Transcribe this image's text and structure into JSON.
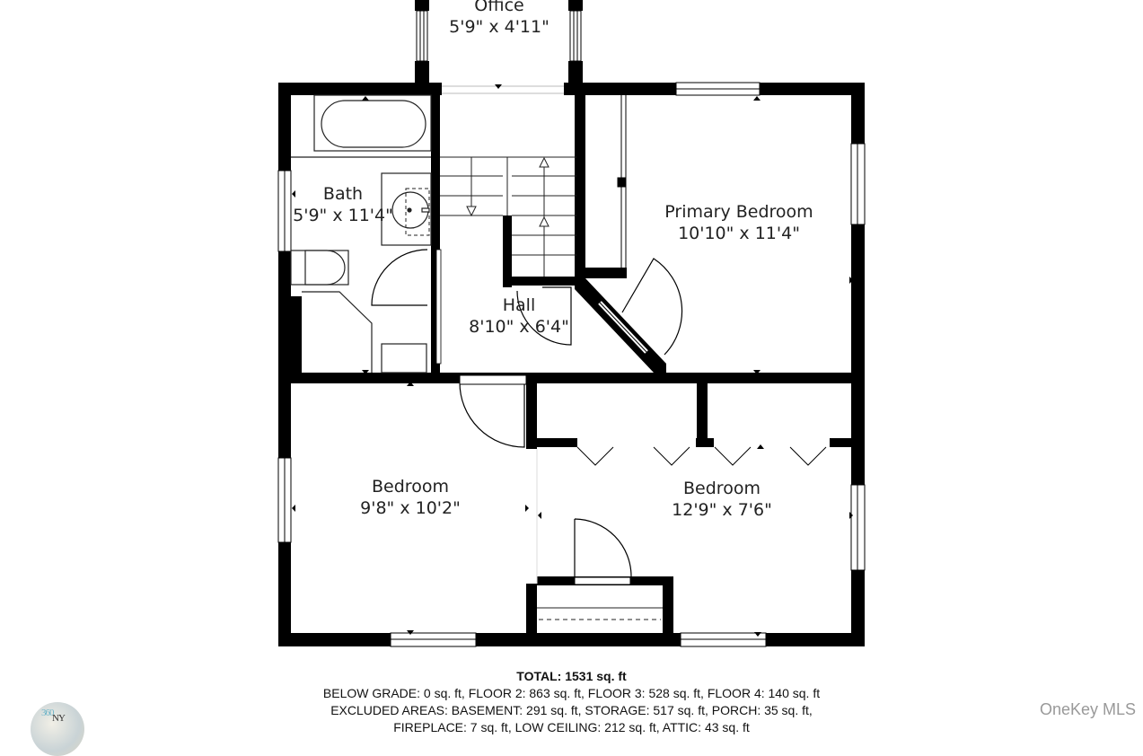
{
  "floorplan": {
    "rooms": [
      {
        "name": "Office",
        "dimensions": "5'9\" x 4'11\""
      },
      {
        "name": "Bath",
        "dimensions": "5'9\" x 11'4\""
      },
      {
        "name": "Hall",
        "dimensions": "8'10\" x 6'4\""
      },
      {
        "name": "Primary Bedroom",
        "dimensions": "10'10\" x 11'4\""
      },
      {
        "name": "Bedroom",
        "dimensions": "9'8\" x 10'2\""
      },
      {
        "name": "Bedroom",
        "dimensions": "12'9\" x 7'6\""
      }
    ],
    "colors": {
      "wall": "#000000",
      "background": "#ffffff",
      "fixture_line": "#222222"
    }
  },
  "footer": {
    "total": "TOTAL: 1531 sq. ft",
    "line2": "BELOW GRADE: 0 sq. ft, FLOOR 2: 863 sq. ft, FLOOR 3: 528 sq. ft, FLOOR 4: 140 sq. ft",
    "line3": "EXCLUDED AREAS: BASEMENT: 291 sq. ft, STORAGE: 517 sq. ft, PORCH: 35 sq. ft,",
    "line4": "FIREPLACE: 7 sq. ft, LOW CEILING: 212 sq. ft, ATTIC: 43 sq. ft"
  },
  "branding": {
    "watermark": "OneKey MLS",
    "logo_text_a": "NY",
    "logo_text_b": "360"
  }
}
